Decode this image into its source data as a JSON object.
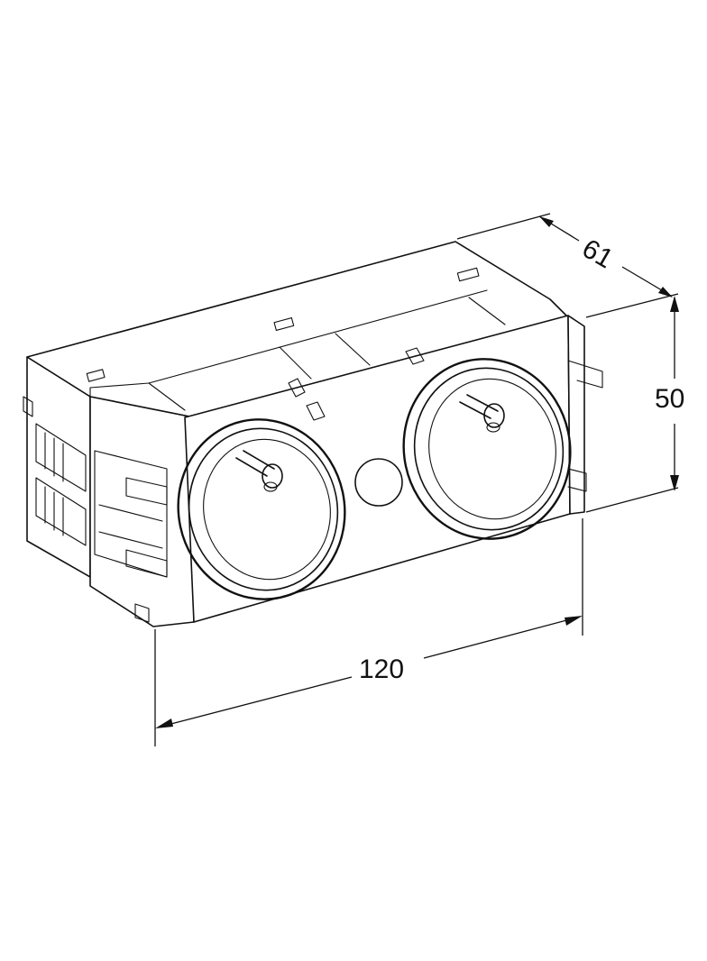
{
  "dimensions": {
    "width": "120",
    "depth": "61",
    "height": "50"
  }
}
